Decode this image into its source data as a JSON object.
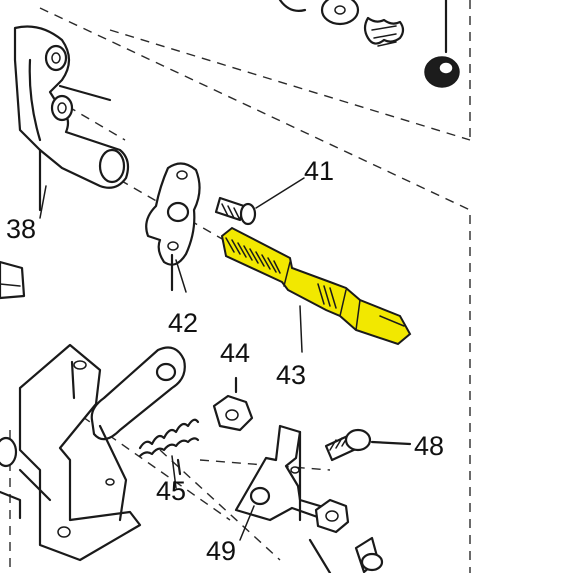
{
  "diagram": {
    "highlight_color": "#f2e800",
    "line_color": "#1a1a1a",
    "background": "#ffffff",
    "callouts": [
      {
        "id": "38",
        "text": "38"
      },
      {
        "id": "41",
        "text": "41"
      },
      {
        "id": "42",
        "text": "42"
      },
      {
        "id": "43",
        "text": "43"
      },
      {
        "id": "44",
        "text": "44"
      },
      {
        "id": "45",
        "text": "45"
      },
      {
        "id": "48",
        "text": "48"
      },
      {
        "id": "49",
        "text": "49"
      }
    ]
  }
}
